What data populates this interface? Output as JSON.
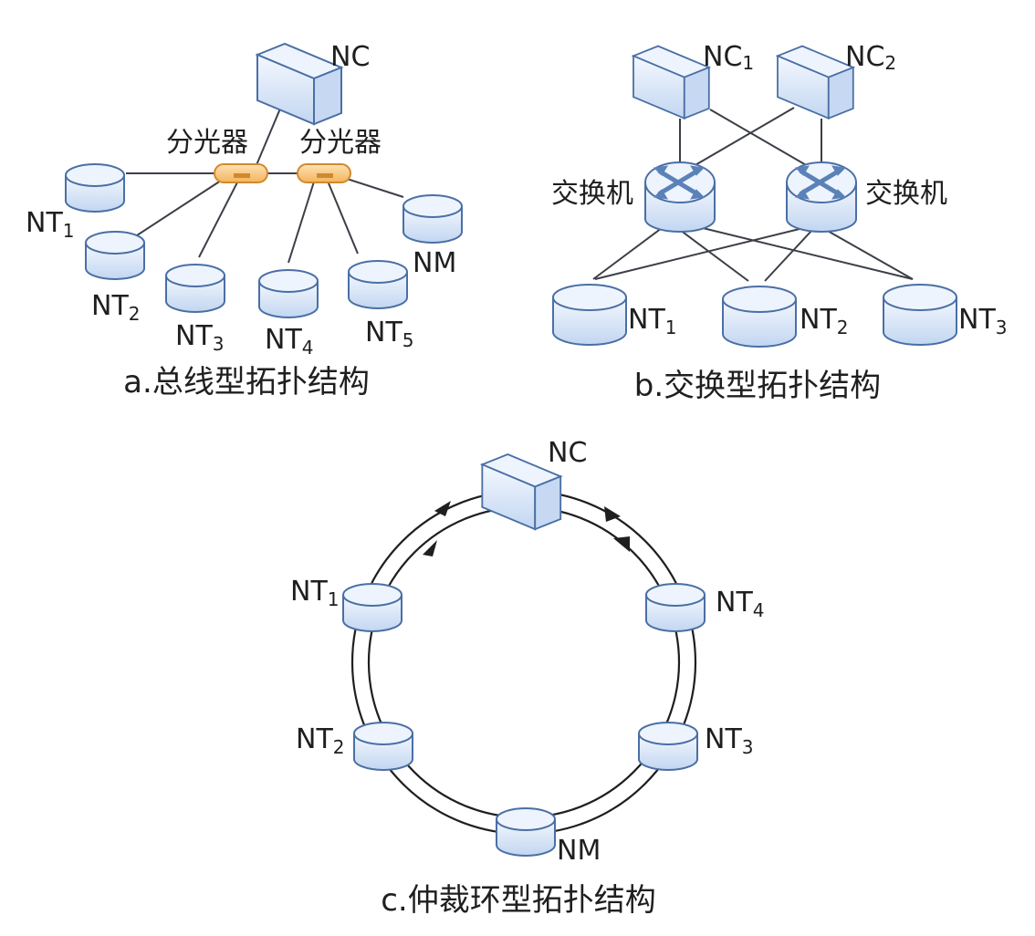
{
  "panel_a": {
    "caption": "a.总线型拓扑结构",
    "nc": "NC",
    "splitter_1": "分光器",
    "splitter_2": "分光器",
    "nm": "NM",
    "terminals": [
      {
        "base": "NT",
        "sub": "1"
      },
      {
        "base": "NT",
        "sub": "2"
      },
      {
        "base": "NT",
        "sub": "3"
      },
      {
        "base": "NT",
        "sub": "4"
      },
      {
        "base": "NT",
        "sub": "5"
      }
    ]
  },
  "panel_b": {
    "caption": "b.交换型拓扑结构",
    "controllers": [
      {
        "base": "NC",
        "sub": "1"
      },
      {
        "base": "NC",
        "sub": "2"
      }
    ],
    "switch_1": "交换机",
    "switch_2": "交换机",
    "terminals": [
      {
        "base": "NT",
        "sub": "1"
      },
      {
        "base": "NT",
        "sub": "2"
      },
      {
        "base": "NT",
        "sub": "3"
      }
    ]
  },
  "panel_c": {
    "caption": "c.仲裁环型拓扑结构",
    "nc": "NC",
    "nm": "NM",
    "terminals": [
      {
        "base": "NT",
        "sub": "1"
      },
      {
        "base": "NT",
        "sub": "2"
      },
      {
        "base": "NT",
        "sub": "3"
      },
      {
        "base": "NT",
        "sub": "4"
      }
    ]
  },
  "colors": {
    "device_fill": "#dbe7f7",
    "device_stroke": "#4a6fa5",
    "splitter_fill": "#f6c27a",
    "line": "#3b3f47"
  }
}
